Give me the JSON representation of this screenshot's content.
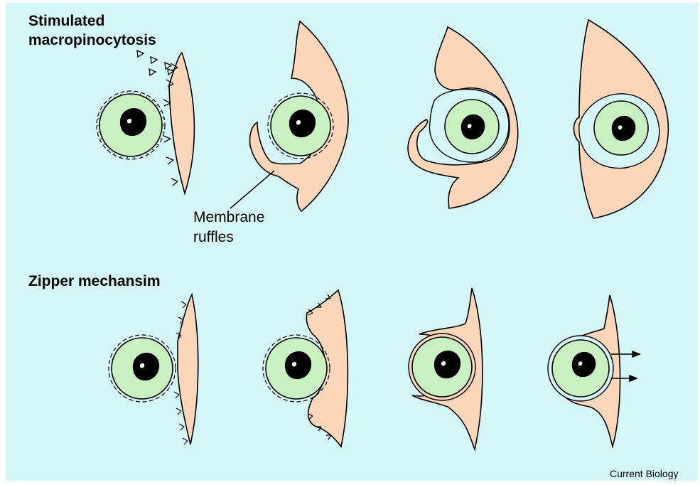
{
  "labels": {
    "stimulated_line1": "Stimulated",
    "stimulated_line2": "macropinocytosis",
    "ruffles_line1": "Membrane",
    "ruffles_line2": "ruffles",
    "zipper": "Zipper mechansim",
    "credit": "Current Biology"
  },
  "colors": {
    "background": "#d4f6f6",
    "cell_membrane": "#fcd6b8",
    "bacterium": "#c8f0c0",
    "nucleus": "#000000",
    "outline": "#000000"
  }
}
